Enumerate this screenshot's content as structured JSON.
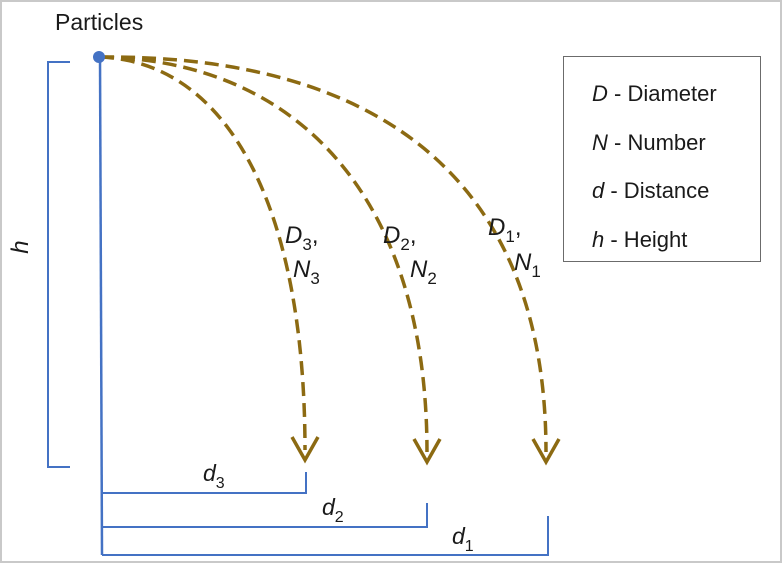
{
  "title": "Particles",
  "height_label": "h",
  "trajectories": [
    {
      "id": "1",
      "d_label": "D",
      "d_sub": "1",
      "d_suffix": ",",
      "n_label": "N",
      "n_sub": "1"
    },
    {
      "id": "2",
      "d_label": "D",
      "d_sub": "2",
      "d_suffix": ",",
      "n_label": "N",
      "n_sub": "2"
    },
    {
      "id": "3",
      "d_label": "D",
      "d_sub": "3",
      "d_suffix": ",",
      "n_label": "N",
      "n_sub": "3"
    }
  ],
  "distances": [
    {
      "id": "3",
      "label": "d",
      "sub": "3"
    },
    {
      "id": "2",
      "label": "d",
      "sub": "2"
    },
    {
      "id": "1",
      "label": "d",
      "sub": "1"
    }
  ],
  "legend": [
    {
      "symbol": "D",
      "text": " - Diameter"
    },
    {
      "symbol": "N",
      "text": " - Number"
    },
    {
      "symbol": "d",
      "text": " - Distance"
    },
    {
      "symbol": "h",
      "text": " - Height"
    }
  ],
  "colors": {
    "axis": "#4472c4",
    "trajectory": "#8c6a12",
    "particle": "#4472c4"
  }
}
